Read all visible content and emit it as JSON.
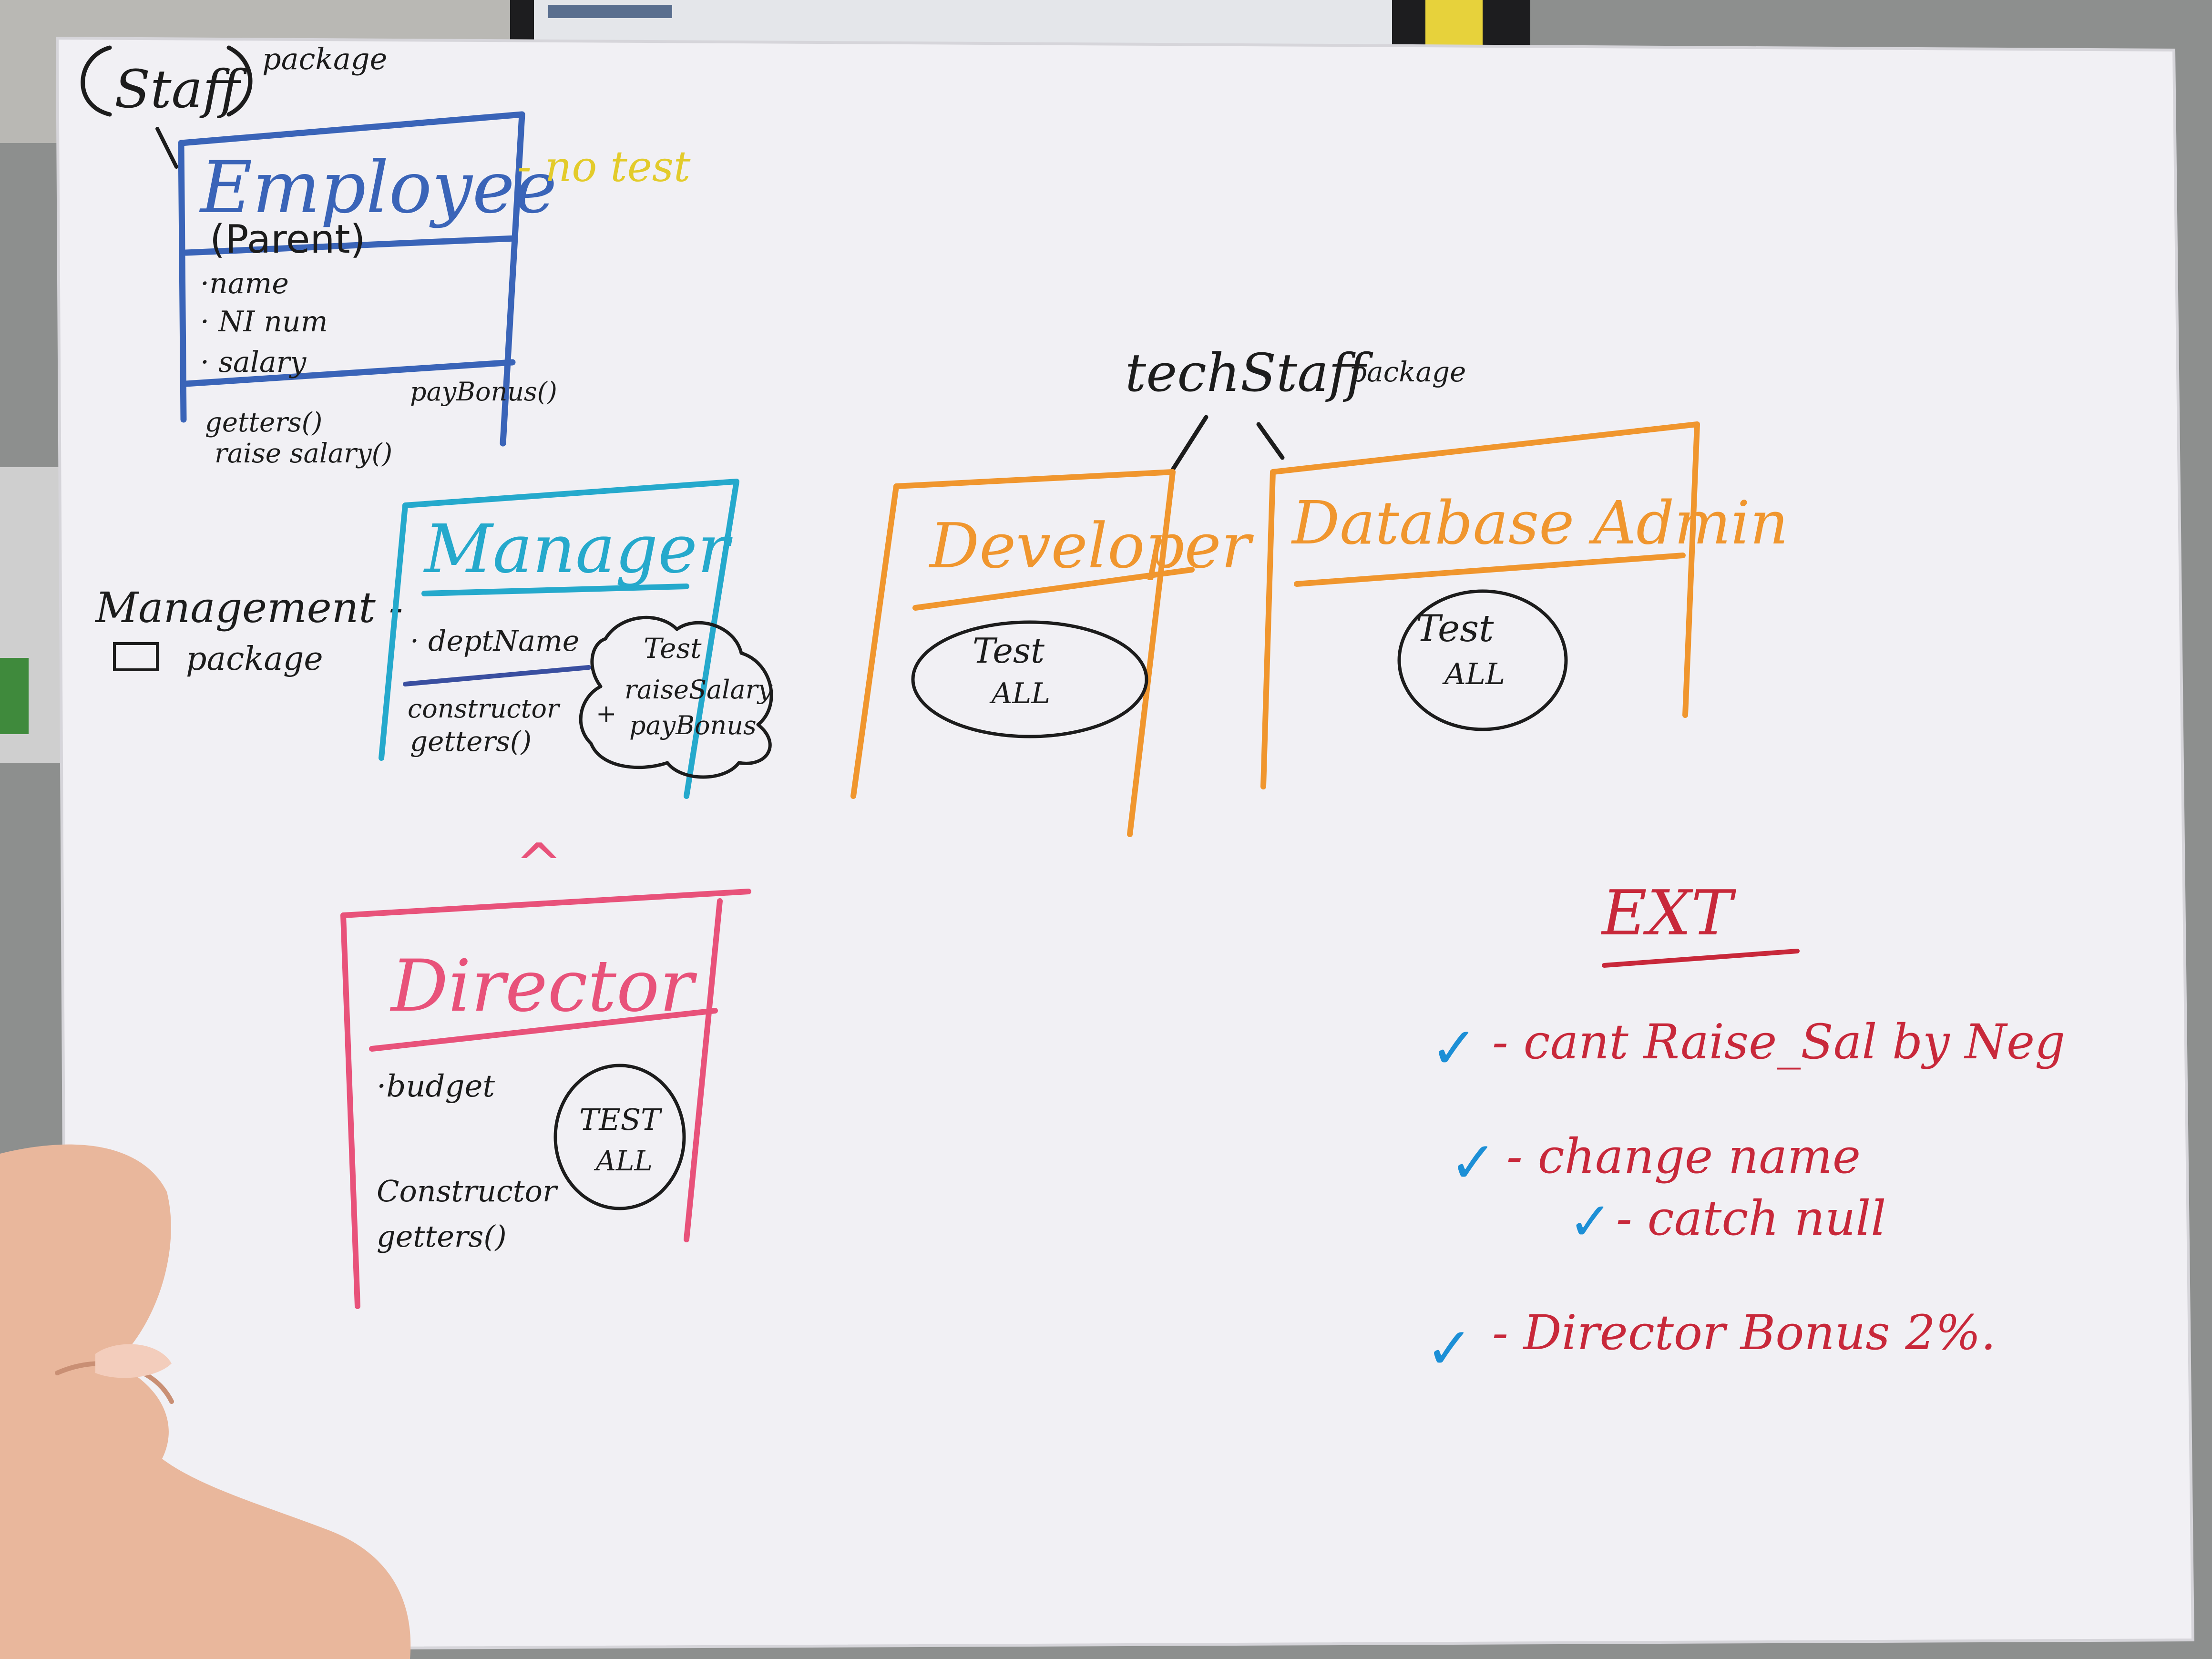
{
  "staff_package": {
    "label": "Staff",
    "suffix": "package",
    "color": "#1f1f1f"
  },
  "employee": {
    "title": "Employee",
    "subtitle": "(Parent)",
    "note": "- no test",
    "fields": [
      "·name",
      "· NI num",
      "· salary"
    ],
    "methods": [
      "getters()",
      "raise salary()"
    ],
    "method_right": "payBonus()",
    "color": "#3a64b8",
    "note_color": "#e3cb2a"
  },
  "tech_package": {
    "label": "techStaff",
    "suffix": "package"
  },
  "developer": {
    "title": "Developer",
    "test": [
      "Test",
      "ALL"
    ],
    "color": "#f0962e"
  },
  "dba": {
    "title": "Database Admin",
    "test": [
      "Test",
      "ALL"
    ],
    "color": "#f0962e"
  },
  "management_package": {
    "label": "Management -",
    "suffix": "package"
  },
  "manager": {
    "title": "Manager",
    "fields": [
      "· deptName"
    ],
    "methods": [
      "constructor",
      "getters()"
    ],
    "test": [
      "Test",
      "raiseSalary",
      "+",
      "payBonus"
    ],
    "color": "#25a9cc",
    "line_color": "#3a4fa0"
  },
  "director": {
    "title": "Director",
    "fields": [
      "·budget"
    ],
    "methods": [
      "Constructor",
      "getters()"
    ],
    "test": [
      "TEST",
      "ALL"
    ],
    "arrow": "^",
    "color": "#e8527a"
  },
  "ext": {
    "title": "EXT",
    "items": [
      "- cant Raise_Sal by Neg",
      "- change name",
      "- catch null",
      "- Director Bonus 2%."
    ],
    "color": "#c8283a",
    "check_color": "#1c8fd6",
    "check": "✓"
  },
  "ink_black": "#1c1c1c"
}
